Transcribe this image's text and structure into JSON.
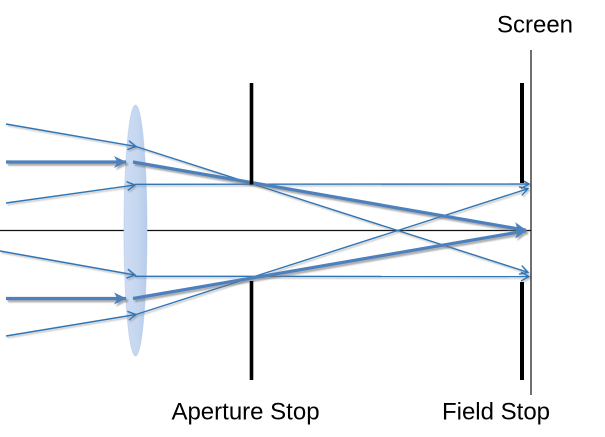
{
  "figure": {
    "type": "optics-ray-diagram",
    "background": "#FFFFFF",
    "description": "Ray diagram of a lens system showing an aperture stop at the lens focal plane, a field stop, and a screen. Two ray bundles (three rays each, symmetric about the optical axis) refract at the lens, converge at the aperture stop edges, and terminate with arrowheads at the screen."
  },
  "labels": {
    "screen": "Screen",
    "aperture_stop": "Aperture Stop",
    "field_stop": "Field Stop"
  },
  "colors": {
    "ray_thin": "#2E75B6",
    "ray_thick": "#4E81BD",
    "lens_fill": "#C5D7F0",
    "lens_edge": "#AFC7E8",
    "stop_bars": "#000000",
    "axis_line": "#111111",
    "screen_line": "#111111",
    "label_text": "#000000"
  },
  "components": [
    "lens",
    "optical-axis",
    "aperture-stop",
    "field-stop",
    "screen",
    "upper-ray-bundle",
    "lower-ray-bundle"
  ]
}
